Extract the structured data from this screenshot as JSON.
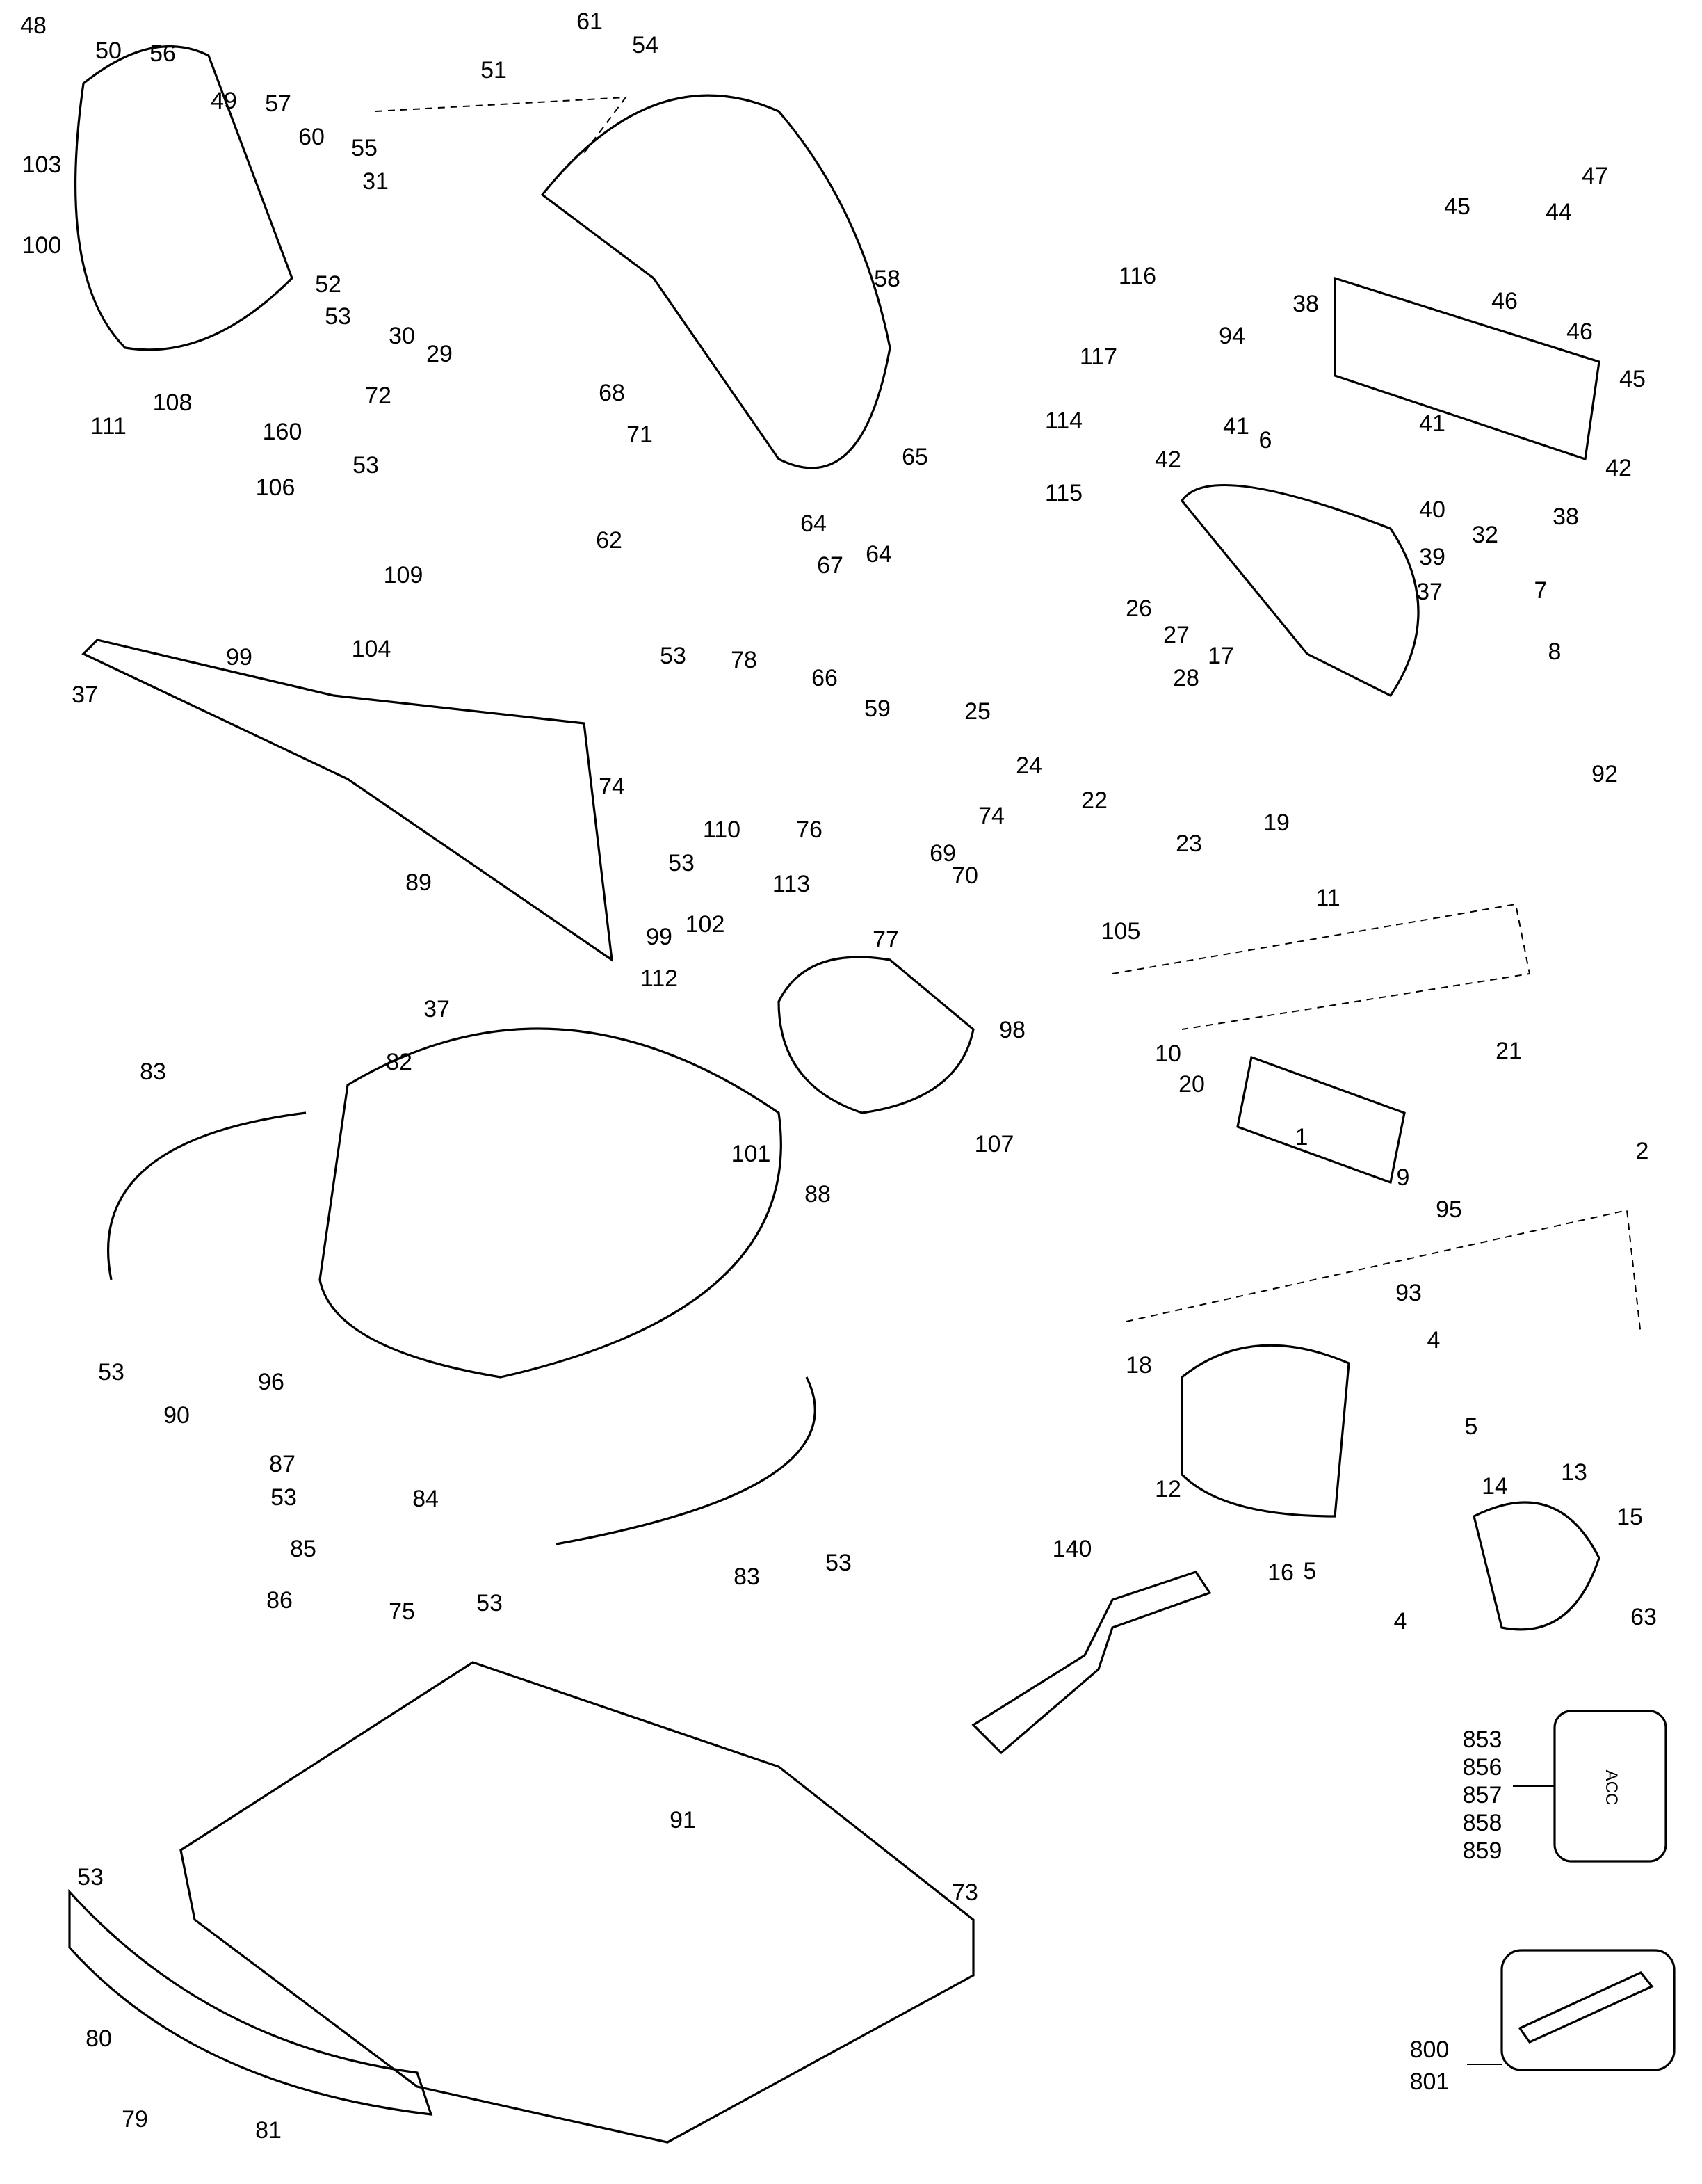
{
  "diagram": {
    "type": "exploded-parts-diagram",
    "labels": [
      "48",
      "50",
      "56",
      "49",
      "57",
      "60",
      "103",
      "100",
      "55",
      "31",
      "52",
      "53",
      "30",
      "29",
      "61",
      "54",
      "51",
      "58",
      "47",
      "45",
      "44",
      "46",
      "46",
      "45",
      "42",
      "38",
      "94",
      "41",
      "6",
      "41",
      "116",
      "117",
      "114",
      "115",
      "42",
      "40",
      "39",
      "37",
      "32",
      "38",
      "7",
      "8",
      "92",
      "72",
      "68",
      "71",
      "65",
      "111",
      "108",
      "160",
      "106",
      "109",
      "104",
      "99",
      "37",
      "53",
      "62",
      "64",
      "64",
      "67",
      "66",
      "53",
      "78",
      "26",
      "27",
      "28",
      "17",
      "25",
      "24",
      "22",
      "23",
      "19",
      "11",
      "59",
      "74",
      "89",
      "74",
      "110",
      "76",
      "53",
      "113",
      "69",
      "70",
      "102",
      "77",
      "105",
      "99",
      "112",
      "98",
      "107",
      "37",
      "82",
      "83",
      "101",
      "88",
      "10",
      "20",
      "21",
      "1",
      "9",
      "2",
      "95",
      "93",
      "18",
      "4",
      "5",
      "12",
      "14",
      "13",
      "15",
      "16",
      "5",
      "63",
      "4",
      "140",
      "53",
      "96",
      "90",
      "87",
      "53",
      "84",
      "85",
      "86",
      "53",
      "75",
      "83",
      "53",
      "91",
      "53",
      "73",
      "80",
      "79",
      "81"
    ],
    "kit_box_labels": [
      "853",
      "856",
      "857",
      "858",
      "859"
    ],
    "kit_box_tag": "ACC",
    "tool_box_labels": [
      "800",
      "801"
    ]
  }
}
